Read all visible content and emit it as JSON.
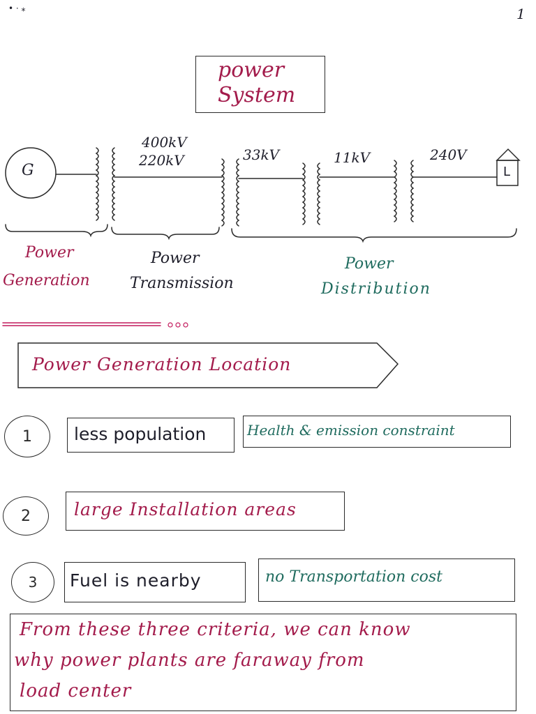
{
  "page_number": "1",
  "title": [
    "power",
    "System"
  ],
  "diagram": {
    "generator_label": "G",
    "load_label": "L",
    "voltages": {
      "transmission": [
        "400kV",
        "220kV"
      ],
      "sub_transmission": "33kV",
      "distribution": "11kV",
      "consumer": "240V"
    },
    "stages": [
      {
        "line1": "Power",
        "line2": "Generation"
      },
      {
        "line1": "Power",
        "line2": "Transmission"
      },
      {
        "line1": "Power",
        "line2": "Distribution"
      }
    ],
    "colors": {
      "ink": "#1e1e2a",
      "stage_generation": "#a31b4b",
      "stage_transmission": "#1e1e2a",
      "stage_distribution": "#1f6b5e",
      "divider": "#c2185b"
    }
  },
  "section_heading": "Power Generation Location",
  "criteria": [
    {
      "number": "1",
      "label": "less population",
      "note": "Health & emission constraint"
    },
    {
      "number": "2",
      "label": "large Installation areas",
      "note": ""
    },
    {
      "number": "3",
      "label": "Fuel is nearby",
      "note": "no Transportation cost"
    }
  ],
  "conclusion": [
    "From these three criteria, we can know",
    "why power plants are faraway from",
    "load center"
  ]
}
